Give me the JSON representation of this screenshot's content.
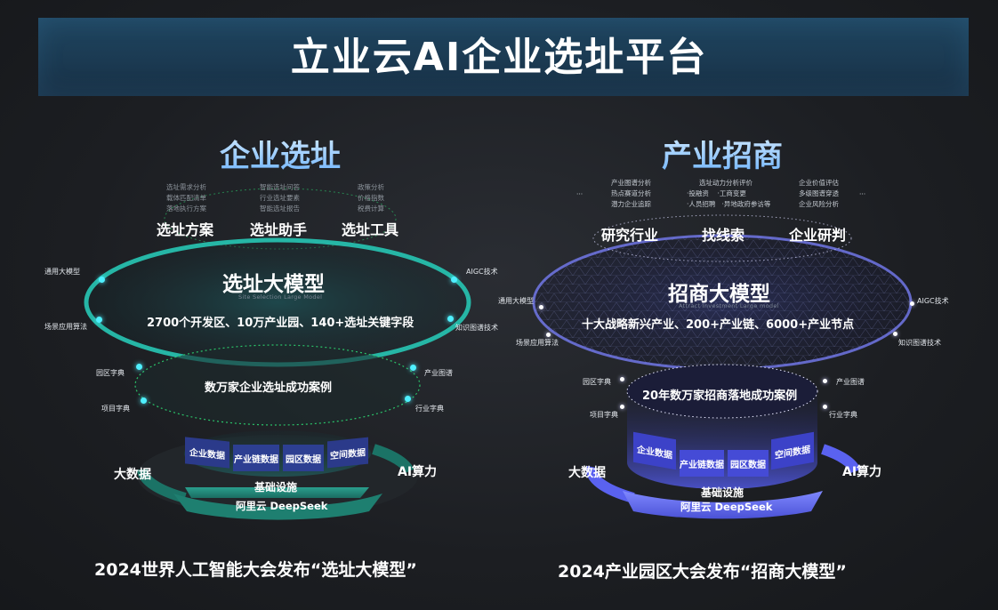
{
  "title": "立业云AI企业选址平台",
  "left": {
    "section_title": "企业选址",
    "feature_groups": [
      {
        "name": "选址方案",
        "items": [
          "选址需求分析",
          "载体匹配清单",
          "落地执行方案"
        ]
      },
      {
        "name": "选址助手",
        "items": [
          "智能选址问答",
          "行业选址要素",
          "智能选址报告"
        ]
      },
      {
        "name": "选址工具",
        "items": [
          "政策分析",
          "价格指数",
          "税费计算"
        ]
      }
    ],
    "model_title": "选址大模型",
    "model_subtitle": "Site Selection Large Model",
    "model_desc": "2700个开发区、10万产业园、140+选址关键字段",
    "tags_left": [
      "通用大模型",
      "场景应用算法"
    ],
    "tags_right": [
      "AIGC技术",
      "知识图谱技术"
    ],
    "case_text": "数万家企业选址成功案例",
    "dict_left": [
      "园区字典",
      "项目字典"
    ],
    "dict_right": [
      "产业图谱",
      "行业字典"
    ],
    "data_blocks": [
      "企业数据",
      "产业链数据",
      "园区数据",
      "空间数据"
    ],
    "big_data": "大数据",
    "ai_power": "AI算力",
    "infra": "基础设施",
    "base": "阿里云 DeepSeek",
    "footer": "2024世界人工智能大会发布“选址大模型”"
  },
  "right": {
    "section_title": "产业招商",
    "feature_groups": [
      {
        "name": "研究行业",
        "items": [
          "产业图谱分析",
          "热点赛道分析",
          "潜力企业追踪"
        ]
      },
      {
        "name": "找线索",
        "items": [
          "选址动力分析评价",
          "·投融资",
          "·工商变更",
          "·人员招聘",
          "·异地政府参访等"
        ]
      },
      {
        "name": "企业研判",
        "items": [
          "企业价值评估",
          "多级图谱穿透",
          "企业风险分析"
        ]
      }
    ],
    "ellipsis": "···",
    "model_title": "招商大模型",
    "model_subtitle": "Attract Investment Large model",
    "model_desc": "十大战略新兴产业、200+产业链、6000+产业节点",
    "tags_left": [
      "通用大模型",
      "场景应用算法"
    ],
    "tags_right": [
      "AIGC技术",
      "知识图谱技术"
    ],
    "case_text": "20年数万家招商落地成功案例",
    "dict_left": [
      "园区字典",
      "项目字典"
    ],
    "dict_right": [
      "产业图谱",
      "行业字典"
    ],
    "data_blocks": [
      "企业数据",
      "产业链数据",
      "园区数据",
      "空间数据"
    ],
    "big_data": "大数据",
    "ai_power": "AI算力",
    "infra": "基础设施",
    "base": "阿里云 DeepSeek",
    "footer": "2024产业园区大会发布“招商大模型”"
  },
  "colors": {
    "teal": "#1fb5a4",
    "cyan": "#4ff0ff",
    "violet": "#6f78ff",
    "blue_title": "#6fb4ff"
  }
}
